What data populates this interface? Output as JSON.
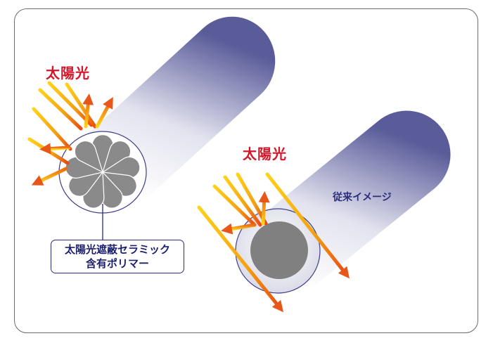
{
  "labels": {
    "sunlight_left": "太陽光",
    "sunlight_right": "太陽光",
    "polymer_line1": "太陽光遮蔽セラミック",
    "polymer_line2": "含有ポリマー",
    "conventional": "従来イメージ"
  },
  "colors": {
    "sunlight_text": "#d4162a",
    "label_text": "#1c1f6e",
    "arrow_start": "#ffd21a",
    "arrow_end": "#e84a12",
    "tube_light": "#ffffff",
    "tube_dark": "#5a5c9a",
    "ceramic_gray": "#808080"
  }
}
